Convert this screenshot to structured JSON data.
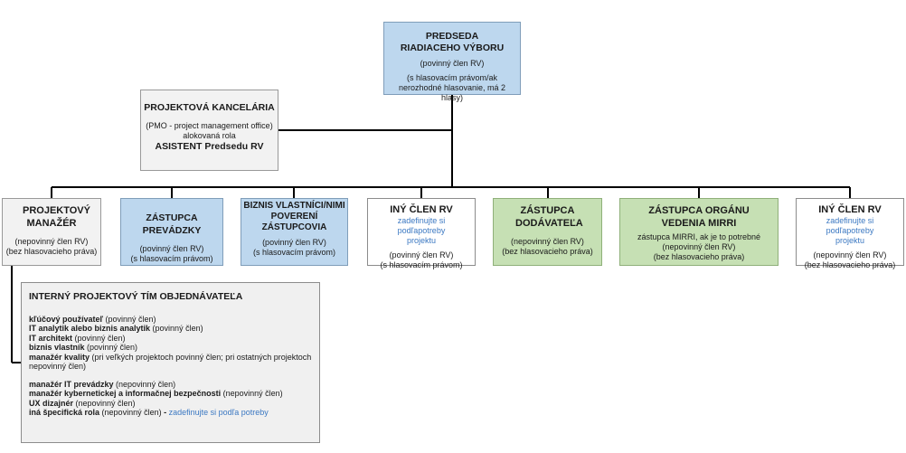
{
  "chair": {
    "title": "PREDSEDA RIADIACEHO VÝBORU",
    "line1": "(povinný člen RV)",
    "line2": "(s hlasovacím právom/ak nerozhodné hlasovanie, má 2 hlasy)"
  },
  "pmo": {
    "title": "PROJEKTOVÁ KANCELÁRIA",
    "line1": "(PMO - project management office)",
    "line2": "alokovaná rola",
    "line3": "ASISTENT Predsedu RV"
  },
  "members": [
    {
      "title": "PROJEKTOVÝ MANAŽÉR",
      "line1": "(nepovinný člen RV)",
      "line2": "(bez hlasovacieho práva)"
    },
    {
      "title": "ZÁSTUPCA PREVÁDZKY",
      "line1": "(povinný člen RV)",
      "line2": "(s hlasovacím právom)"
    },
    {
      "title": "BIZNIS VLASTNÍCI/NIMI POVERENÍ ZÁSTUPCOVIA",
      "line1": "(povinný člen RV)",
      "line2": "(s hlasovacím právom)"
    },
    {
      "title": "INÝ ČLEN RV",
      "note": "zadefinujte si podľapotreby projektu",
      "line1": "(povinný člen RV)",
      "line2": "(s hlasovacím právom)"
    },
    {
      "title": "ZÁSTUPCA DODÁVATEĽA",
      "line1": "(nepovinný člen RV)",
      "line2": "(bez hlasovacieho práva)"
    },
    {
      "title": "ZÁSTUPCA ORGÁNU VEDENIA MIRRI",
      "note": "zástupca MIRRI, ak je to potrebné",
      "line1": "(nepovinný člen RV)",
      "line2": "(bez hlasovacieho práva)"
    },
    {
      "title": "INÝ ČLEN RV",
      "note": "zadefinujte si podľapotreby projektu",
      "line1": "(nepovinný člen RV)",
      "line2": "(bez hlasovacieho práva)"
    }
  ],
  "team": {
    "title": "INTERNÝ PROJEKTOVÝ TÍM OBJEDNÁVATEĽA",
    "group1": [
      {
        "role": "kľúčový používateľ",
        "status": " (povinný člen)"
      },
      {
        "role": "IT analytik alebo biznis analytik",
        "status": " (povinný člen)"
      },
      {
        "role": "IT architekt",
        "status": " (povinný člen)"
      },
      {
        "role": "biznis vlastník",
        "status": " (povinný člen)"
      },
      {
        "role": "manažér kvality",
        "status": " (pri veľkých projektoch povinný člen; pri  ostatných projektoch nepovinný člen)"
      }
    ],
    "group2": [
      {
        "role": "manažér IT prevádzky",
        "status": " (nepovinný člen)"
      },
      {
        "role": "manažér kybernetickej a informačnej bezpečnosti",
        "status": " (nepovinný člen)"
      },
      {
        "role": "UX dizajnér",
        "status": " (nepovinný člen)"
      },
      {
        "role": "iná špecifická rola",
        "status": " (nepovinný člen) ",
        "dash": "- ",
        "note": "zadefinujte si podľa potreby"
      }
    ]
  },
  "colors": {
    "blue_box": "#bdd7ee",
    "green_box": "#c6e0b4",
    "grey_box": "#f2f2f2",
    "note_text": "#3b78c2",
    "connector": "#000000"
  }
}
